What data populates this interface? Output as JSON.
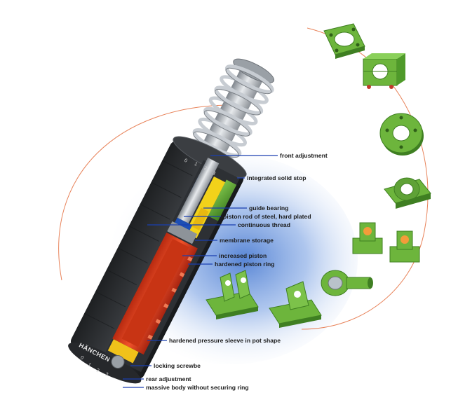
{
  "diagram": {
    "brand": "HÄNCHEN",
    "front_scale": [
      "0",
      "1",
      "2",
      "3"
    ],
    "rear_scale": [
      "0",
      "1",
      "2",
      "3"
    ],
    "colors": {
      "body": "#2b2d30",
      "piston_rod": "#a9aeb4",
      "spring": "#c7ccd2",
      "pressure_sleeve": "#e0421e",
      "solid_stop": "#2e9a3a",
      "guide_bearing": "#1d4fb5",
      "membrane": "#f2d21a",
      "accessory_green": "#5fa236",
      "leader_line": "#1a3fb0",
      "orbit_line": "#e8835a"
    },
    "callouts": [
      {
        "id": "front-adjustment",
        "text": "front adjustment"
      },
      {
        "id": "integrated-solid-stop",
        "text": "integrated solid stop"
      },
      {
        "id": "guide-bearing",
        "text": "guide bearing"
      },
      {
        "id": "piston-rod",
        "text": "piston rod of steel, hard plated"
      },
      {
        "id": "continuous-thread",
        "text": "continuous thread"
      },
      {
        "id": "membrane-storage",
        "text": "membrane storage"
      },
      {
        "id": "increased-piston",
        "text": "increased piston"
      },
      {
        "id": "hardened-piston-ring",
        "text": "hardened piston ring"
      },
      {
        "id": "hardened-pressure-sleeve",
        "text": "hardened pressure sleeve in pot shape"
      },
      {
        "id": "locking-screw",
        "text": "locking screwbe"
      },
      {
        "id": "rear-adjustment",
        "text": "rear adjustment"
      },
      {
        "id": "massive-body",
        "text": "massive body without securing ring"
      }
    ],
    "accessories": [
      {
        "id": "square-flange",
        "icon": "square-flange-icon"
      },
      {
        "id": "clamp-block",
        "icon": "clamp-block-icon"
      },
      {
        "id": "round-flange",
        "icon": "round-flange-icon"
      },
      {
        "id": "pivot-bearing",
        "icon": "pivot-bearing-icon"
      },
      {
        "id": "foot-mount-left",
        "icon": "foot-mount-icon"
      },
      {
        "id": "foot-mount-right",
        "icon": "foot-mount-icon"
      },
      {
        "id": "rod-end",
        "icon": "rod-end-icon"
      },
      {
        "id": "clevis-bracket-left",
        "icon": "clevis-bracket-icon"
      },
      {
        "id": "clevis-bracket-right",
        "icon": "clevis-bracket-icon"
      }
    ]
  }
}
